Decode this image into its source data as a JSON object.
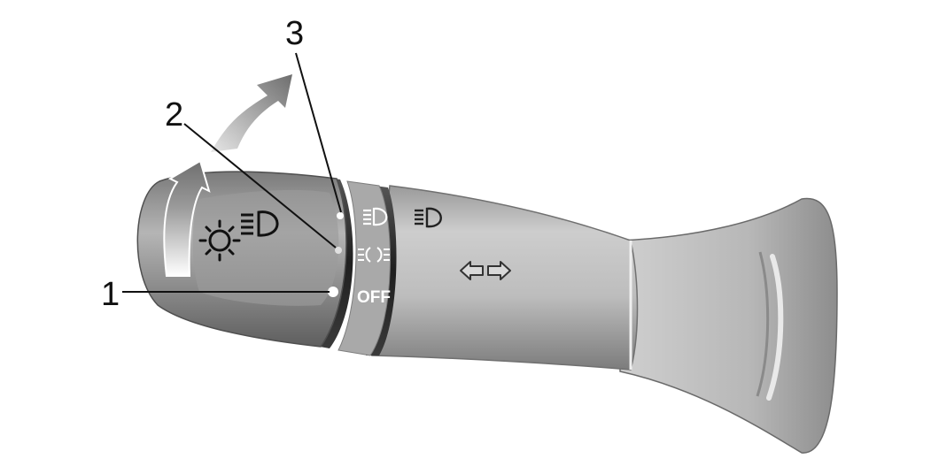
{
  "callouts": [
    {
      "number": "1"
    },
    {
      "number": "2"
    },
    {
      "number": "3"
    }
  ],
  "switch_ring": {
    "off_label": "OFF",
    "positions": [
      "OFF",
      "parking-lights",
      "headlights"
    ]
  },
  "icons": {
    "tip_symbols": [
      "sun-light-icon",
      "headlight-beam-icon"
    ],
    "ring_symbols": [
      "headlight-beam-icon",
      "parking-light-icon"
    ],
    "sleeve_symbols": [
      "headlight-beam-icon",
      "turn-signal-arrows-icon"
    ],
    "motion_arrows": [
      "rotate-up-arrow",
      "push-away-arrow"
    ]
  },
  "colors": {
    "body": "#c4c4c4",
    "ring": "#2a2a2a",
    "arrow": "#8c8c8c"
  }
}
